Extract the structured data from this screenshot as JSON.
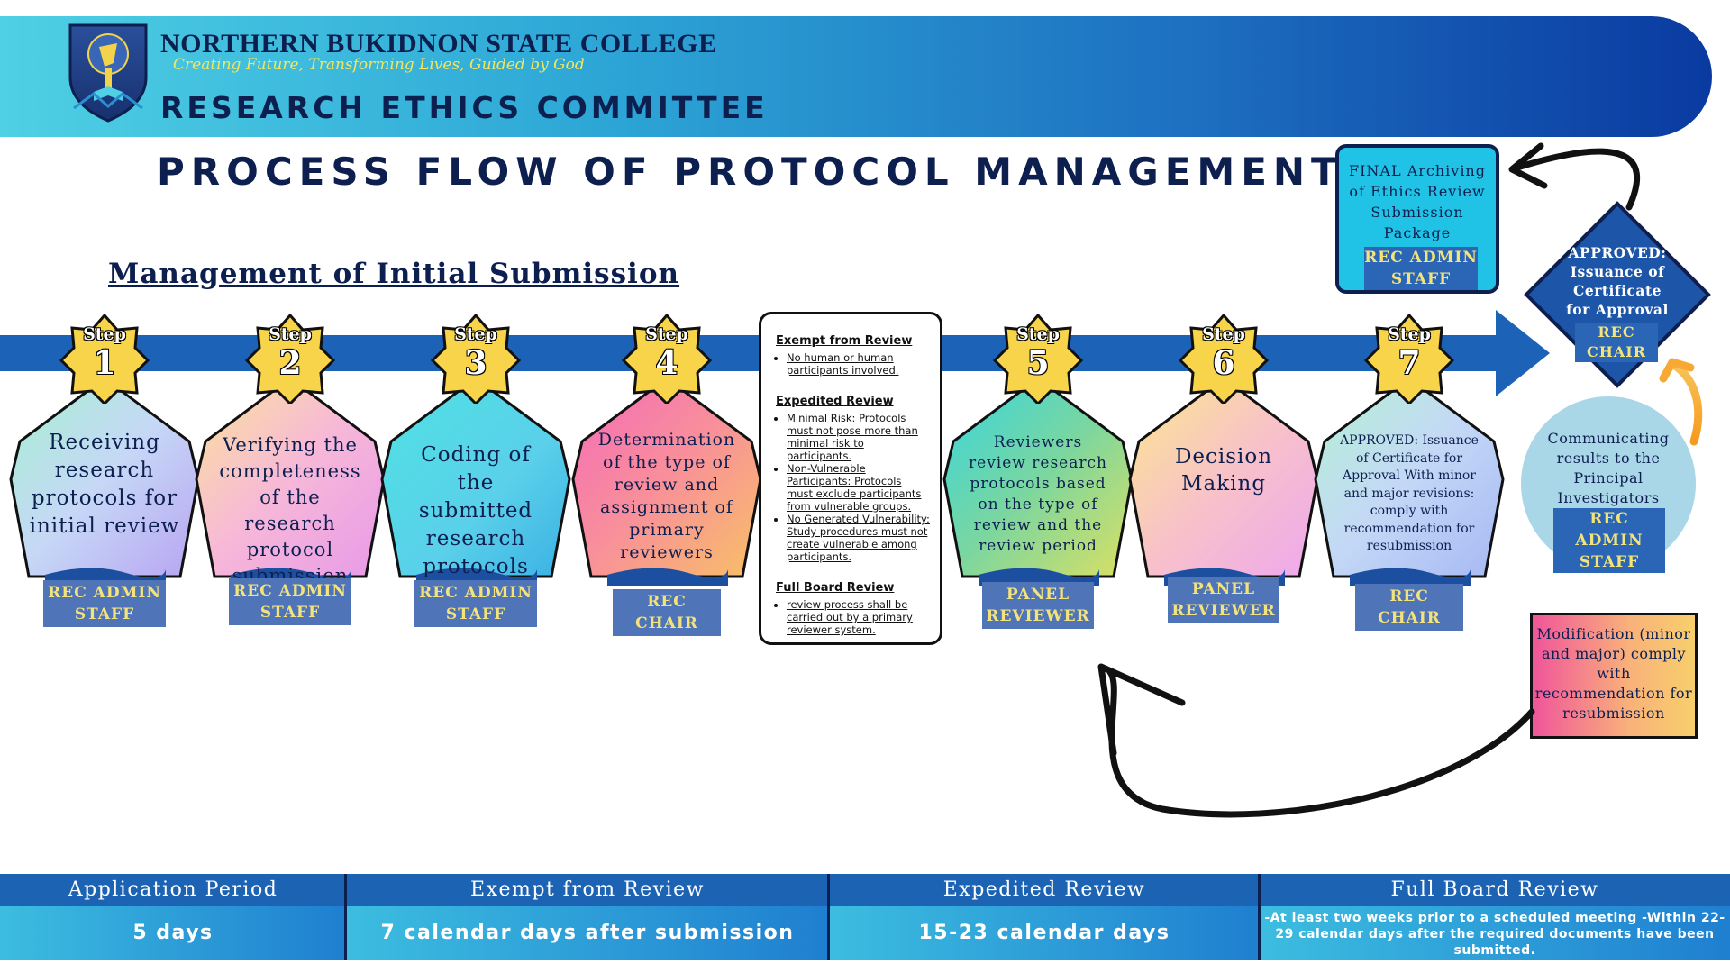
{
  "header": {
    "college_name": "NORTHERN BUKIDNON STATE COLLEGE",
    "motto": "Creating Future, Transforming Lives, Guided by God",
    "committee": "RESEARCH ETHICS COMMITTEE",
    "colors": {
      "bar_start": "#4fd0e4",
      "bar_end": "#0a3aa0",
      "text": "#0d1f4f"
    }
  },
  "title": "PROCESS FLOW OF PROTOCOL MANAGEMENT",
  "section_heading": "Management of Initial Submission",
  "badge_word": "Step",
  "steps": [
    {
      "number": "1",
      "text": "Receiving research protocols for initial review",
      "role": "REC ADMIN STAFF"
    },
    {
      "number": "2",
      "text": "Verifying the completeness of the research protocol submission",
      "role": "REC ADMIN STAFF"
    },
    {
      "number": "3",
      "text": "Coding of the submitted research protocols",
      "role": "REC ADMIN STAFF"
    },
    {
      "number": "4",
      "text": "Determination of the type of review and assignment of primary reviewers",
      "role": "REC CHAIR"
    },
    {
      "number": "5",
      "text": "Reviewers review research protocols based on the type of review and the review period",
      "role": "PANEL REVIEWER"
    },
    {
      "number": "6",
      "text": "Decision Making",
      "role": "PANEL REVIEWER"
    },
    {
      "number": "7",
      "text": "APPROVED: Issuance of Certificate for Approval With minor and major revisions: comply with recommendation for resubmission",
      "role": "REC CHAIR"
    }
  ],
  "review_types": {
    "exempt": {
      "heading": "Exempt from Review",
      "items": [
        "No human or human participants involved."
      ]
    },
    "expedited": {
      "heading": "Expedited Review",
      "items": [
        "Minimal Risk: Protocols must not pose more than minimal risk to participants.",
        "Non-Vulnerable Participants: Protocols must exclude participants from vulnerable groups.",
        "No Generated Vulnerability: Study procedures must not create vulnerable among participants."
      ]
    },
    "full_board": {
      "heading": "Full Board Review",
      "items": [
        "review process shall be carried out by a primary reviewer system."
      ]
    }
  },
  "final": {
    "text": "FINAL Archiving of Ethics Review Submission Package",
    "role": "REC ADMIN STAFF"
  },
  "approved": {
    "text": "APPROVED: Issuance of Certificate for Approval",
    "role": "REC CHAIR"
  },
  "communicating": {
    "text": "Communicating results to the Principal Investigators",
    "role": "REC ADMIN STAFF"
  },
  "modification": {
    "text": "Modification (minor and major) comply with recommendation for resubmission"
  },
  "footer": [
    {
      "label": "Application Period",
      "value": "5 days"
    },
    {
      "label": "Exempt from Review",
      "value": "7 calendar days after submission"
    },
    {
      "label": "Expedited Review",
      "value": "15-23 calendar days"
    },
    {
      "label": "Full Board Review",
      "value": "-At least two weeks prior to a scheduled meeting -Within 22-29 calendar days after the required documents have been submitted."
    }
  ],
  "colors": {
    "timeline": "#1c63b8",
    "badge": "#f7d44a",
    "role_bg": "#4f74b8",
    "role_text": "#f3e37a",
    "diamond": "#1d55a8",
    "final_box": "#20c3e6",
    "circle": "#a9d7e8"
  }
}
